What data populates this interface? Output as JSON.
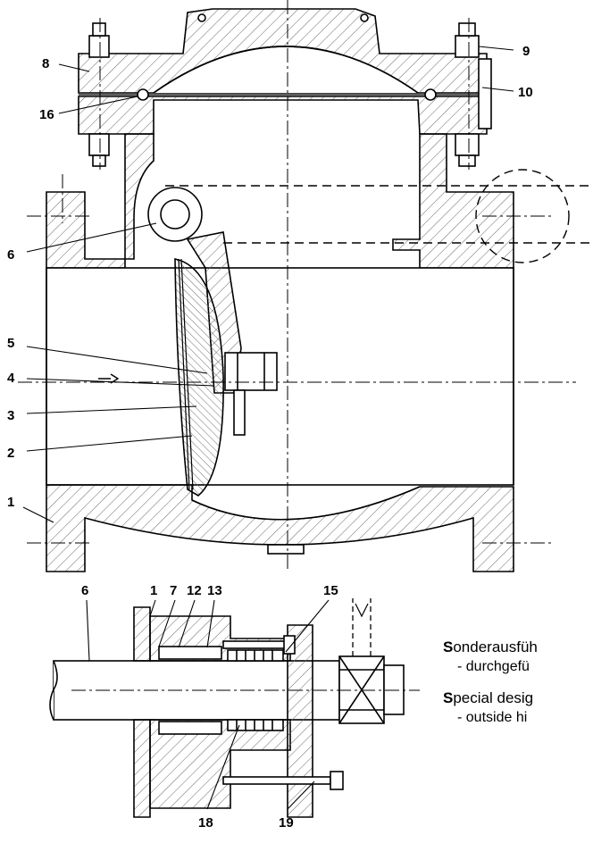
{
  "diagram": {
    "part_labels": [
      "1",
      "2",
      "3",
      "4",
      "5",
      "6",
      "8",
      "9",
      "10",
      "16"
    ],
    "detail_labels": [
      "6",
      "1",
      "7",
      "12",
      "13",
      "15",
      "18",
      "19"
    ],
    "caption": {
      "de_title_lead": "S",
      "de_title_rest": "onderausfüh",
      "de_item": "- durchgefü",
      "en_title_lead": "S",
      "en_title_rest": "pecial desig",
      "en_item": "- outside hi"
    }
  },
  "colors": {
    "line": "#000000",
    "hatch": "#6a6a6a",
    "background": "#ffffff"
  }
}
